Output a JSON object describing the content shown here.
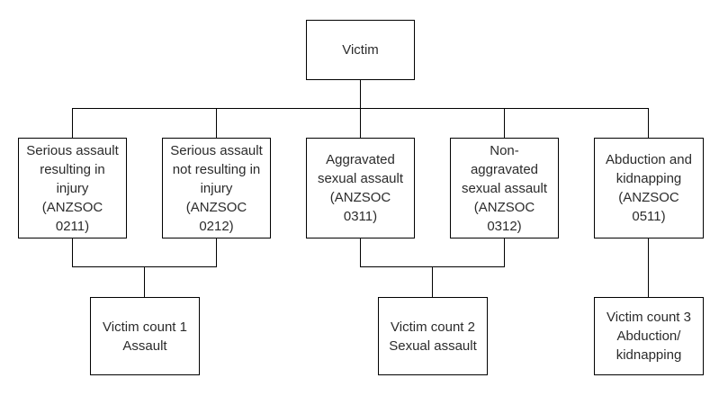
{
  "diagram": {
    "colors": {
      "line": "#000000",
      "border": "#000000",
      "text": "#2b2b2b",
      "background": "#ffffff"
    },
    "root": {
      "label": "Victim"
    },
    "level2": [
      {
        "label": "Serious assault\nresulting in\ninjury\n(ANZSOC\n0211)"
      },
      {
        "label": "Serious assault\nnot resulting in\ninjury\n(ANZSOC\n0212)"
      },
      {
        "label": "Aggravated\nsexual assault\n(ANZSOC\n0311)"
      },
      {
        "label": "Non-\naggravated\nsexual assault\n(ANZSOC\n0312)"
      },
      {
        "label": "Abduction and\nkidnapping\n(ANZSOC\n0511)"
      }
    ],
    "level3": [
      {
        "label": "Victim count 1\nAssault"
      },
      {
        "label": "Victim count 2\nSexual assault"
      },
      {
        "label": "Victim count 3\nAbduction/\nkidnapping"
      }
    ]
  }
}
